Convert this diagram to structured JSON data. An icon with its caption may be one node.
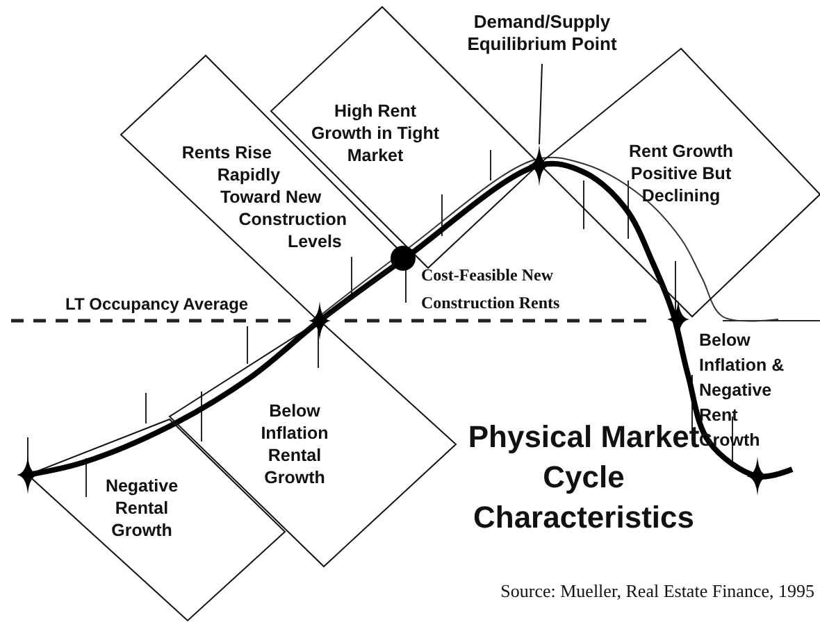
{
  "diagram": {
    "title": "Physical Market Cycle Characteristics",
    "caption": "Source: Mueller, Real Estate Finance, 1995",
    "nodes": [
      {
        "text": [
          "Demand/Supply Equilibrium Point"
        ]
      },
      {
        "text": [
          "High Rent Growth in Tight Market"
        ]
      },
      {
        "text": [
          "Rents Rise Rapidly Toward New Construction Levels"
        ]
      },
      {
        "text": [
          "Rent Growth Positive But Declining"
        ]
      },
      {
        "text": [
          "Below Inflation Rental Growth"
        ]
      },
      {
        "text": [
          "Negative Rental Growth"
        ]
      },
      {
        "text": [],
        "shape": "diamond"
      },
      {
        "text": [],
        "shape": "diamond"
      },
      {
        "text": [],
        "shape": "circle"
      },
      {
        "text": [],
        "shape": "diamond"
      },
      {
        "text": [],
        "shape": "diamond"
      },
      {
        "text": [],
        "shape": "diamond"
      }
    ],
    "edges": [
      {
        "from": 0,
        "to": 9,
        "arrow": "none"
      }
    ],
    "labels": [
      "LT Occupancy Average",
      "Cost-Feasible New Construction Rents",
      "Below Inflation & Negative Rent Growth"
    ]
  }
}
